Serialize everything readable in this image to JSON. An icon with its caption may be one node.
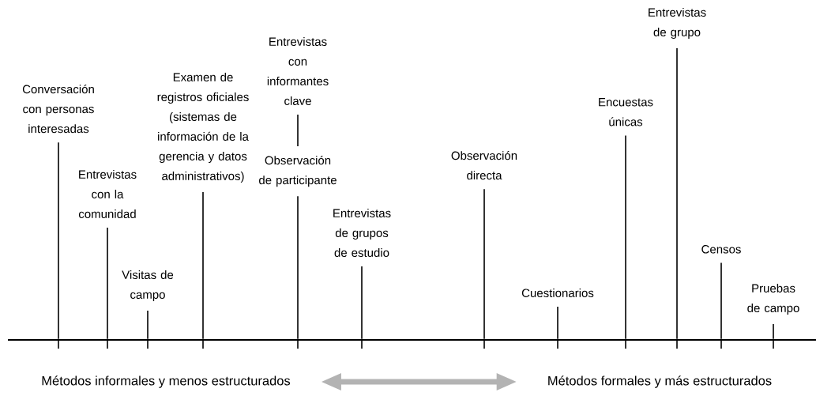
{
  "diagram": {
    "nodes": [
      {
        "text": [
          "Conversación con personas interesadas"
        ]
      },
      {
        "text": [
          "Entrevistas con la comunidad"
        ]
      },
      {
        "text": [
          "Visitas de campo"
        ]
      },
      {
        "text": [
          "Examen de registros oficiales (sistemas de información de la gerencia y datos administrativos)"
        ]
      },
      {
        "text": [
          "Entrevistas con informantes clave"
        ]
      },
      {
        "text": [
          "Observación de participante"
        ]
      },
      {
        "text": [
          "Entrevistas de grupos de estudio"
        ]
      },
      {
        "text": [
          "Observación directa"
        ]
      },
      {
        "text": [
          "Cuestionarios"
        ]
      },
      {
        "text": [
          "Encuestas únicas"
        ]
      },
      {
        "text": [
          "Entrevistas de grupo"
        ]
      },
      {
        "text": [
          "Censos"
        ]
      },
      {
        "text": [
          "Pruebas de campo"
        ]
      },
      {
        "text": [],
        "shape": "bar"
      },
      {
        "text": [
          "Métodos informales y menos estructurados"
        ]
      },
      {
        "text": [
          "Métodos formales y más estructurados"
        ]
      }
    ],
    "edges": [
      {
        "from": 0,
        "to": 13,
        "arrow": "none"
      },
      {
        "from": 1,
        "to": 13,
        "arrow": "none"
      },
      {
        "from": 2,
        "to": 13,
        "arrow": "none"
      },
      {
        "from": 3,
        "to": 13,
        "arrow": "none"
      },
      {
        "from": 4,
        "to": 5,
        "arrow": "none"
      },
      {
        "from": 5,
        "to": 13,
        "arrow": "none"
      },
      {
        "from": 6,
        "to": 13,
        "arrow": "none"
      },
      {
        "from": 7,
        "to": 13,
        "arrow": "none"
      },
      {
        "from": 8,
        "to": 13,
        "arrow": "none"
      },
      {
        "from": 9,
        "to": 13,
        "arrow": "none"
      },
      {
        "from": 10,
        "to": 13,
        "arrow": "none"
      },
      {
        "from": 11,
        "to": 13,
        "arrow": "none"
      },
      {
        "from": 12,
        "to": 13,
        "arrow": "none"
      },
      {
        "from": 14,
        "to": 15,
        "arrow": "both",
        "style": "thick",
        "color": "#b3b3b3"
      }
    ]
  }
}
